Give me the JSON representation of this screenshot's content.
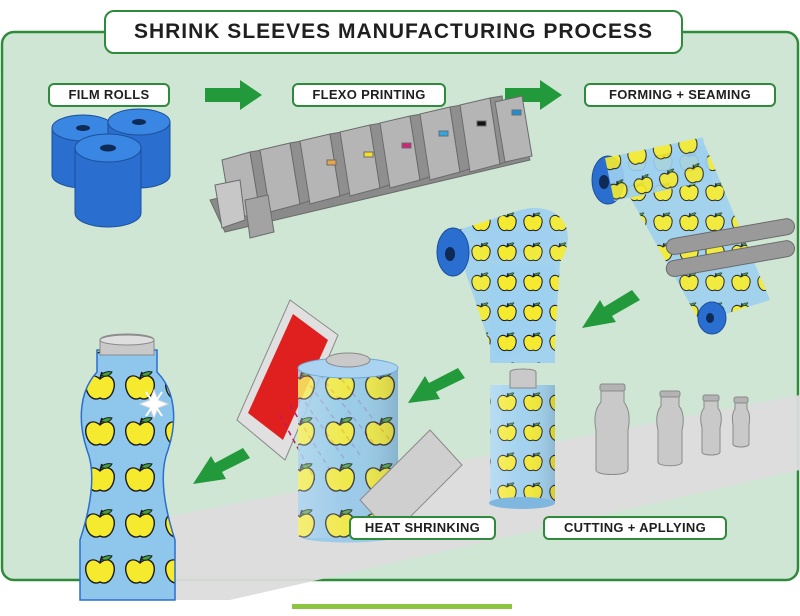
{
  "title": "SHRINK SLEEVES MANUFACTURING PROCESS",
  "steps": {
    "film_rolls": "FILM ROLLS",
    "flexo_printing": "FLEXO PRINTING",
    "forming_seaming": "FORMING + SEAMING",
    "cutting_applying": "CUTTING + APLLYING",
    "heat_shrinking": "HEAT SHRINKING"
  },
  "colors": {
    "background": "#cfe6d4",
    "border": "#2f8a3c",
    "arrow": "#22993a",
    "film_blue": "#2a6fcf",
    "sleeve_blue": "#8ec6ec",
    "apple_yellow": "#f5ea2e",
    "heater_red": "#e0201f"
  }
}
